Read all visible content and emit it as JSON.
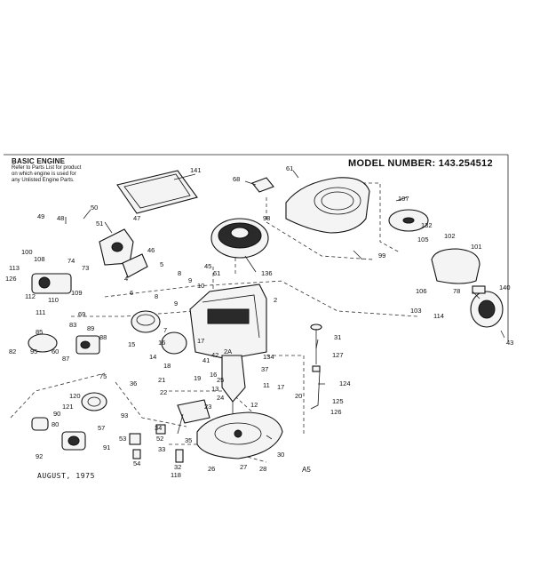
{
  "header": {
    "title": "BASIC ENGINE",
    "note_line1": "Refer to Parts List for product",
    "note_line2": "on which engine is used for",
    "note_line3": "any Unlisted Engine Parts.",
    "model_number": "MODEL NUMBER: 143.254512"
  },
  "footer": {
    "date": "AUGUST, 1975",
    "code": "A5"
  },
  "callouts": [
    "141",
    "61",
    "68",
    "107",
    "98",
    "132",
    "102",
    "105",
    "101",
    "99",
    "49",
    "48",
    "50",
    "51",
    "47",
    "46",
    "136",
    "100",
    "74",
    "73",
    "45",
    "61",
    "113",
    "108",
    "5",
    "8",
    "9",
    "126",
    "112",
    "109",
    "111",
    "110",
    "4",
    "10",
    "6",
    "8",
    "78",
    "140",
    "106",
    "103",
    "114",
    "69",
    "85",
    "83",
    "9",
    "2",
    "89",
    "88",
    "82",
    "95",
    "60",
    "31",
    "15",
    "7",
    "16",
    "17",
    "42",
    "127",
    "87",
    "14",
    "41",
    "18",
    "2A",
    "75",
    "36",
    "21",
    "22",
    "25",
    "16",
    "37",
    "134",
    "19",
    "11",
    "17",
    "20",
    "13",
    "124",
    "24",
    "120",
    "125",
    "121",
    "90",
    "12",
    "126",
    "23",
    "80",
    "93",
    "34",
    "30",
    "35",
    "57",
    "52",
    "53",
    "33",
    "92",
    "91",
    "54",
    "26",
    "27",
    "28",
    "32",
    "118",
    "43"
  ]
}
